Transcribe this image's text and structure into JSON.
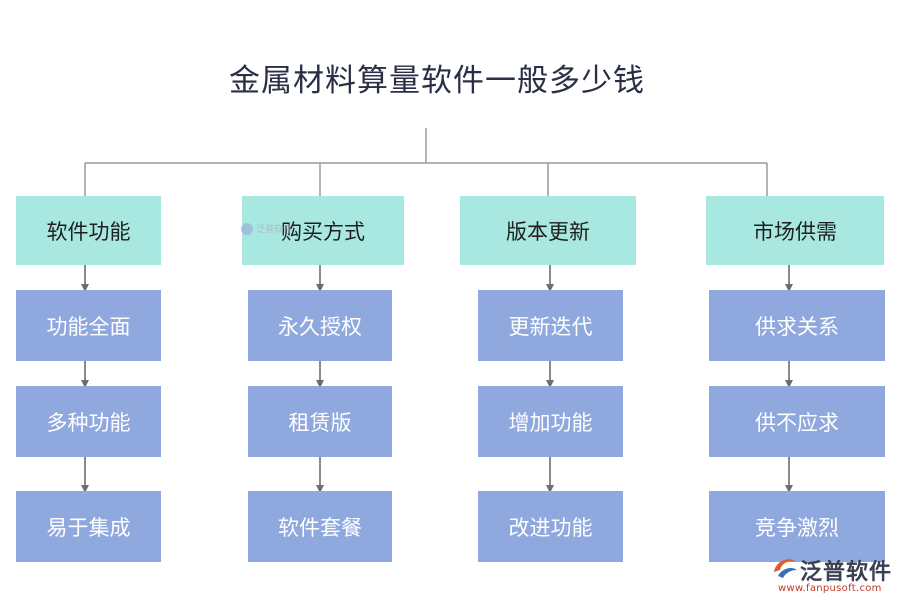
{
  "title": "金属材料算量软件一般多少钱",
  "columns": [
    {
      "header": "软件功能",
      "items": [
        "功能全面",
        "多种功能",
        "易于集成"
      ]
    },
    {
      "header": "购买方式",
      "items": [
        "永久授权",
        "租赁版",
        "软件套餐"
      ]
    },
    {
      "header": "版本更新",
      "items": [
        "更新迭代",
        "增加功能",
        "改进功能"
      ]
    },
    {
      "header": "市场供需",
      "items": [
        "供求关系",
        "供不应求",
        "竞争激烈"
      ]
    }
  ],
  "watermark": {
    "small_text": "泛普软件"
  },
  "logo": {
    "name": "泛普软件",
    "url": "www.fanpusoft.com"
  },
  "colors": {
    "header_fill": "#a8e8e0",
    "child_fill": "#8fa8de",
    "line": "#9a9a9a",
    "arrow": "#6e6e6e"
  }
}
